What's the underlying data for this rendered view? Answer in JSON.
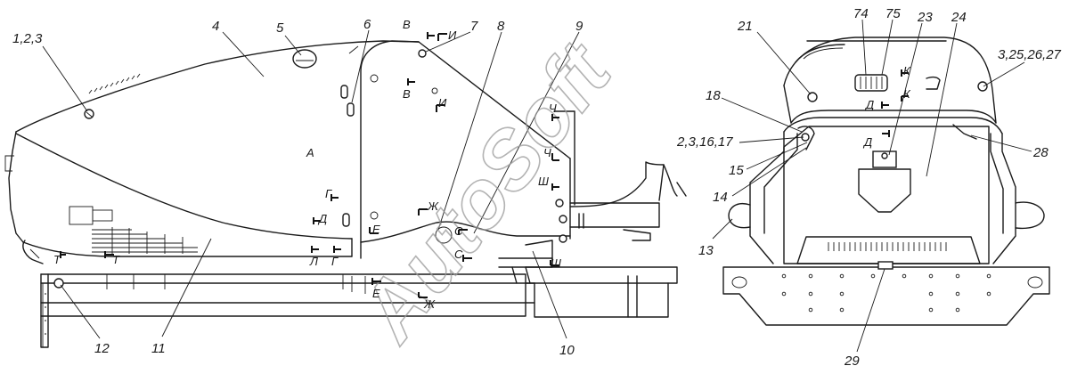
{
  "watermark": "AutoSoft",
  "callouts_left": [
    "1,2,3",
    "4",
    "5",
    "6",
    "7",
    "8",
    "9",
    "10",
    "11",
    "12"
  ],
  "callouts_right": [
    "21",
    "74",
    "75",
    "23",
    "24",
    "3,25,26,27",
    "18",
    "2,3,16,17",
    "15",
    "14",
    "13",
    "28",
    "29"
  ],
  "section_marks": {
    "v": "В",
    "i": "И",
    "a": "А",
    "ch": "Ч",
    "sh": "Ш",
    "g": "Г",
    "d": "Д",
    "zh": "Ж",
    "e": "Е",
    "l": "Л",
    "s": "С",
    "t": "Т",
    "k": "К"
  }
}
